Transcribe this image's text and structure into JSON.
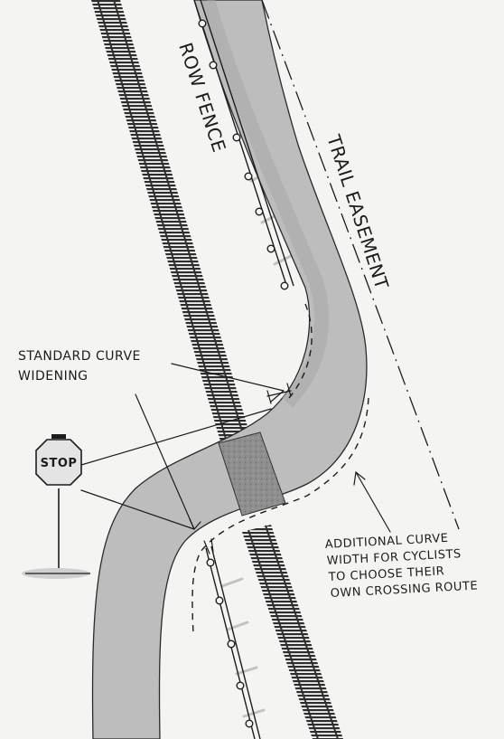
{
  "labels": {
    "row_fence": "ROW FENCE",
    "trail_easement": "TRAIL EASEMENT",
    "standard_curve_line1": "STANDARD CURVE",
    "standard_curve_line2": "WIDENING",
    "stop_sign": "STOP",
    "additional_line1": "ADDITIONAL CURVE",
    "additional_line2": "WIDTH FOR CYCLISTS",
    "additional_line3": "TO CHOOSE THEIR",
    "additional_line4": "OWN CROSSING ROUTE"
  },
  "colors": {
    "paper": "#f4f4f2",
    "trail": "#bdbdbd",
    "trail_shade": "#a8a8a8",
    "crossing_pad": "#8e8e8e",
    "rail_dark": "#2e2e2e",
    "ink": "#1c1c1c",
    "stop_sign_fill": "#e4e4e4"
  }
}
